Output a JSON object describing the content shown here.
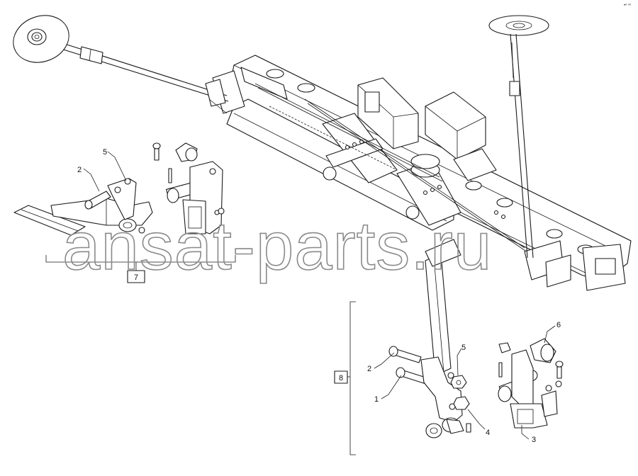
{
  "watermark": "ansat-parts.ru",
  "corner_mark": "•ⁿ ⁿⁿ",
  "groups": [
    {
      "id": "group-7",
      "label": "7"
    },
    {
      "id": "group-8",
      "label": "8"
    }
  ],
  "callouts": [
    {
      "id": "callout-left-2",
      "label": "2"
    },
    {
      "id": "callout-left-5",
      "label": "5"
    },
    {
      "id": "callout-right-6",
      "label": "6"
    },
    {
      "id": "callout-right-5",
      "label": "5"
    },
    {
      "id": "callout-right-2",
      "label": "2"
    },
    {
      "id": "callout-right-1",
      "label": "1"
    },
    {
      "id": "callout-right-4",
      "label": "4"
    },
    {
      "id": "callout-right-3",
      "label": "3"
    }
  ]
}
